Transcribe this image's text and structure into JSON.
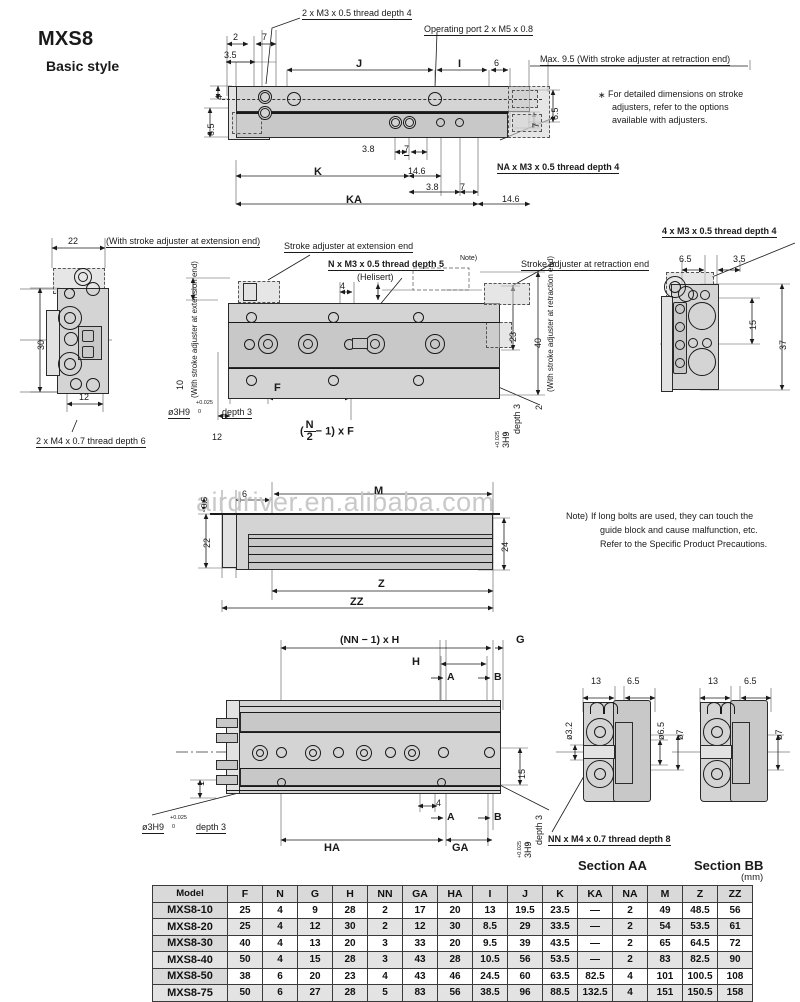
{
  "page": {
    "title": "MXS8",
    "subtitle": "Basic style",
    "watermark": "airdriver.en.alibaba.com",
    "unit_label": "(mm)"
  },
  "top_view": {
    "callouts": {
      "thread_top": "2 x M3 x 0.5 thread depth 4",
      "operating_port": "Operating port 2 x M5 x 0.8",
      "max_retraction": "Max. 9.5 (With stroke adjuster at retraction end)",
      "na_thread": "NA x M3 x 0.5 thread depth 4"
    },
    "note": "For detailed dimensions on stroke adjusters, refer to the options available with adjusters.",
    "note_mark": "∗",
    "note_lines": [
      "For detailed dimensions on stroke",
      "adjusters, refer to the options",
      "available with adjusters."
    ],
    "dims": {
      "d2": "2",
      "d7a": "7",
      "d35": "3.5",
      "d4": "4",
      "d65": "6.5",
      "J": "J",
      "I": "I",
      "d6": "6",
      "d65r": "6.5",
      "d7r": "7",
      "d38a": "3.8",
      "d7b": "7",
      "d146a": "14.6",
      "d38b": "3.8",
      "d7c": "7",
      "d146b": "14.6",
      "K": "K",
      "KA": "KA"
    }
  },
  "end_view_left": {
    "dims": {
      "d22": "22",
      "d30": "30",
      "d12": "12"
    },
    "header": "(With stroke adjuster at extension end)",
    "callout": "2 x M4 x 0.7 thread depth 6"
  },
  "plan_view": {
    "callouts": {
      "adjuster_extension": "Stroke adjuster at extension end",
      "adjuster_retraction": "Stroke adjuster at retraction end",
      "helisert_line1": "N x M3 x 0.5 thread depth 5",
      "helisert_sup": "Note)",
      "helisert_line2": "(Helisert)",
      "bore_left": "ø3H9",
      "bore_tol_top": "+0.025",
      "bore_tol_bot": "0",
      "bore_depth": "depth 3"
    },
    "vertical_labels": {
      "left_10": "10",
      "left_note": "(With stroke adjuster at extension end)",
      "right_2": "2",
      "right_note": "(With stroke adjuster at retraction end)",
      "right_depth": "depth 3",
      "right_bore": "3H9",
      "right_tol_top": "+0.025",
      "right_tol_bot": "0"
    },
    "dims": {
      "d4": "4",
      "d12": "12",
      "F": "F",
      "span": "( N/2 − 1 ) x F",
      "span_num": "N",
      "span_den": "2",
      "span_tail": "− 1",
      "span_mult": "x F",
      "d23": "23",
      "d40": "40"
    }
  },
  "end_view_right": {
    "callout": "4 x M3 x 0.5 thread depth 4",
    "dims": {
      "d65": "6.5",
      "d35": "3.5",
      "d15": "15",
      "d37": "37"
    }
  },
  "section_view": {
    "dims": {
      "d05": "0.5",
      "d6": "6",
      "d22": "22",
      "d24": "24",
      "M": "M",
      "Z": "Z",
      "ZZ": "ZZ"
    },
    "note_prefix": "Note)",
    "note_lines": [
      "If long bolts are used, they can touch the",
      "guide block and cause malfunction, etc.",
      "Refer to the Specific Product Precautions."
    ]
  },
  "bottom_view": {
    "dims": {
      "nn_h": "(NN − 1) x H",
      "G": "G",
      "H": "H",
      "A_top": "A",
      "B_top": "B",
      "A_bot": "A",
      "B_bot": "B",
      "d15": "15",
      "d1": "1",
      "d4": "4",
      "HA": "HA",
      "GA": "GA"
    },
    "callouts": {
      "bore_left": "ø3H9",
      "bore_tol_top": "+0.025",
      "bore_tol_bot": "0",
      "bore_depth": "depth 3",
      "bore_right": "3H9",
      "bore_right_tol_top": "+0.025",
      "bore_right_tol_bot": "0",
      "bore_right_depth": "depth 3"
    }
  },
  "sections": {
    "aa_title": "Section AA",
    "bb_title": "Section BB",
    "aa_dims": {
      "d13": "13",
      "d65": "6.5",
      "d32": "ø3.2",
      "d65b": "ø6.5",
      "d7": "ø7"
    },
    "bb_dims": {
      "d13": "13",
      "d65": "6.5",
      "d7": "ø7"
    },
    "callout": "NN x M4 x 0.7 thread depth 8"
  },
  "spec_table": {
    "headers": [
      "Model",
      "F",
      "N",
      "G",
      "H",
      "NN",
      "GA",
      "HA",
      "I",
      "J",
      "K",
      "KA",
      "NA",
      "M",
      "Z",
      "ZZ"
    ],
    "rows": [
      {
        "model": "MXS8-10",
        "values": [
          "25",
          "4",
          "9",
          "28",
          "2",
          "17",
          "20",
          "13",
          "19.5",
          "23.5",
          "—",
          "2",
          "49",
          "48.5",
          "56"
        ]
      },
      {
        "model": "MXS8-20",
        "values": [
          "25",
          "4",
          "12",
          "30",
          "2",
          "12",
          "30",
          "8.5",
          "29",
          "33.5",
          "—",
          "2",
          "54",
          "53.5",
          "61"
        ]
      },
      {
        "model": "MXS8-30",
        "values": [
          "40",
          "4",
          "13",
          "20",
          "3",
          "33",
          "20",
          "9.5",
          "39",
          "43.5",
          "—",
          "2",
          "65",
          "64.5",
          "72"
        ]
      },
      {
        "model": "MXS8-40",
        "values": [
          "50",
          "4",
          "15",
          "28",
          "3",
          "43",
          "28",
          "10.5",
          "56",
          "53.5",
          "—",
          "2",
          "83",
          "82.5",
          "90"
        ]
      },
      {
        "model": "MXS8-50",
        "values": [
          "38",
          "6",
          "20",
          "23",
          "4",
          "43",
          "46",
          "24.5",
          "60",
          "63.5",
          "82.5",
          "4",
          "101",
          "100.5",
          "108"
        ]
      },
      {
        "model": "MXS8-75",
        "values": [
          "50",
          "6",
          "27",
          "28",
          "5",
          "83",
          "56",
          "38.5",
          "96",
          "88.5",
          "132.5",
          "4",
          "151",
          "150.5",
          "158"
        ]
      }
    ]
  }
}
